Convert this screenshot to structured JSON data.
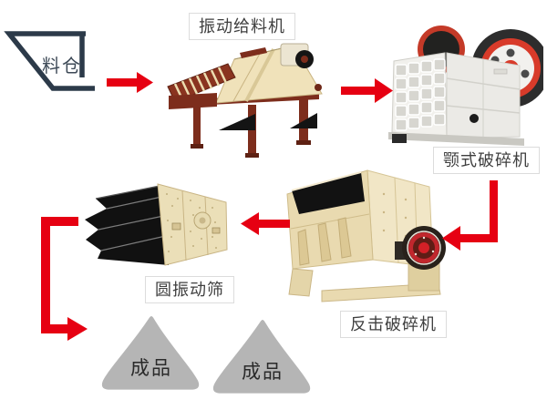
{
  "diagram": {
    "type": "process-flow",
    "background": "#ffffff"
  },
  "labels": {
    "hopper": "料仓",
    "feeder": "振动给料机",
    "jaw_crusher": "颚式破碎机",
    "impact_crusher": "反击破碎机",
    "vibrating_screen": "圆振动筛",
    "product_left": "成品",
    "product_right": "成品"
  },
  "colors": {
    "arrow_red": "#e60012",
    "hopper_outline": "#2c3a49",
    "label_text": "#3f3f3f",
    "label_border": "#dcdcdc",
    "machine_cream": "#eee2bc",
    "machine_dark_red": "#7d2d1c",
    "flywheel_red": "#d83b2a",
    "crusher_white": "#f1f0ec",
    "screen_black": "#111111",
    "product_pile_gray": "#b5b5b5"
  },
  "edges": [
    {
      "from": "料仓",
      "to": "振动给料机"
    },
    {
      "from": "振动给料机",
      "to": "颚式破碎机"
    },
    {
      "from": "颚式破碎机",
      "to": "反击破碎机"
    },
    {
      "from": "反击破碎机",
      "to": "圆振动筛"
    },
    {
      "from": "圆振动筛",
      "to": "成品"
    }
  ]
}
